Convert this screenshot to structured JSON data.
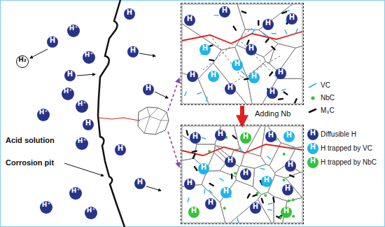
{
  "diagram": {
    "nodes": [
      {
        "text": [
          "H",
          "H",
          "H",
          "H",
          "H",
          "H",
          "H",
          "H",
          "H",
          "H",
          "H",
          "H",
          "H"
        ]
      },
      {
        "text": [
          "H",
          "H",
          "H",
          "H",
          "H",
          "H",
          "H",
          "H",
          "H",
          "H",
          "H",
          "H",
          "H",
          "H",
          "H",
          "H",
          "H"
        ]
      }
    ],
    "edges": [
      {
        "from": 0,
        "to": 1,
        "arrow": "to",
        "label": "Adding Nb"
      }
    ],
    "labels": [
      "H₂",
      "H⁺",
      "H⁺",
      "H⁺",
      "H⁺",
      "H⁺",
      "H⁺",
      "H⁺",
      "H⁺",
      "H⁺",
      "H",
      "H",
      "H",
      "H",
      "H",
      "H",
      "H",
      "H",
      "Acid solution",
      "Corrosion pit",
      "H",
      "H",
      "H"
    ],
    "legend": [
      {
        "text": "VC"
      },
      {
        "text": "NbC"
      },
      {
        "text": "M₃C"
      },
      {
        "text": "Diffusible H"
      },
      {
        "text": "H trapped by VC"
      },
      {
        "text": "H trapped by NbC"
      }
    ]
  }
}
